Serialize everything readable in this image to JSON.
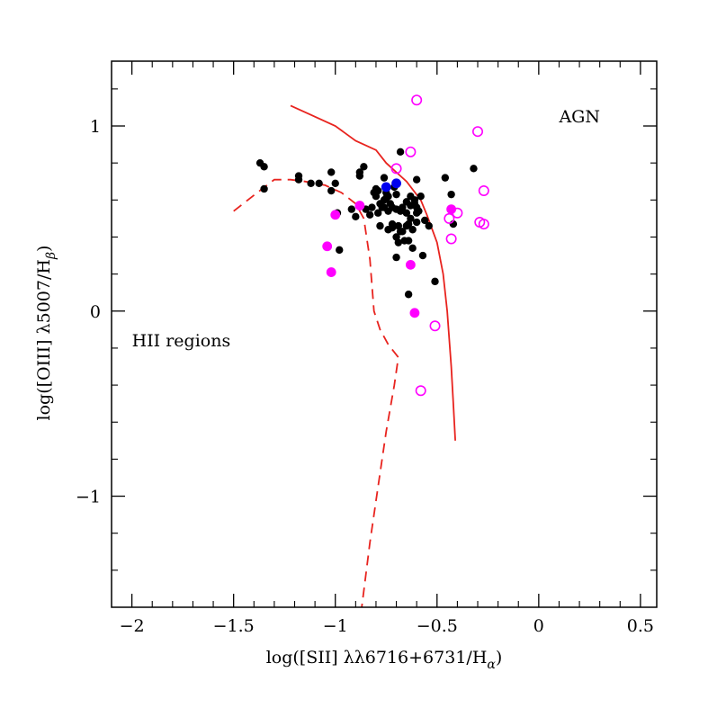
{
  "chart_data": {
    "type": "scatter",
    "xlabel_parts": {
      "prefix": "log([SII] λλ6716+6731/H",
      "sub": "α",
      "suffix": ")"
    },
    "ylabel_parts": {
      "prefix": "log([OIII] λ5007/H",
      "sub": "β",
      "suffix": ")"
    },
    "xlim": [
      -2.1,
      0.58
    ],
    "ylim": [
      -1.6,
      1.35
    ],
    "xticks": [
      -2,
      -1.5,
      -1,
      -0.5,
      0,
      0.5
    ],
    "xtick_labels": [
      "−2",
      "−1.5",
      "−1",
      "−0.5",
      "0",
      "0.5"
    ],
    "xminor": [
      -1.9,
      -1.8,
      -1.7,
      -1.6,
      -1.4,
      -1.3,
      -1.2,
      -1.1,
      -0.9,
      -0.8,
      -0.7,
      -0.6,
      -0.4,
      -0.3,
      -0.2,
      -0.1,
      0.1,
      0.2,
      0.3,
      0.4
    ],
    "yticks": [
      -1,
      0,
      1
    ],
    "ytick_labels": [
      "−1",
      "0",
      "1"
    ],
    "yminor": [
      -1.4,
      -1.2,
      -0.8,
      -0.6,
      -0.4,
      -0.2,
      0.2,
      0.4,
      0.6,
      0.8,
      1.2
    ],
    "grid": false,
    "annotations": [
      {
        "text": "AGN",
        "x": 0.1,
        "y": 1.02
      },
      {
        "text": "HII regions",
        "x": -2.0,
        "y": -0.19
      }
    ],
    "colors": {
      "black": "#000000",
      "magenta": "#ff00ff",
      "blue": "#0000ee",
      "curve": "#e8231e"
    },
    "series": [
      {
        "marker": "filled-circle",
        "color": "#000000",
        "points": [
          [
            -1.37,
            0.8
          ],
          [
            -1.35,
            0.78
          ],
          [
            -1.35,
            0.66
          ],
          [
            -1.18,
            0.73
          ],
          [
            -1.18,
            0.71
          ],
          [
            -1.12,
            0.69
          ],
          [
            -1.08,
            0.69
          ],
          [
            -1.02,
            0.75
          ],
          [
            -1.02,
            0.65
          ],
          [
            -1.0,
            0.69
          ],
          [
            -0.99,
            0.53
          ],
          [
            -0.92,
            0.55
          ],
          [
            -0.88,
            0.75
          ],
          [
            -0.88,
            0.73
          ],
          [
            -0.86,
            0.78
          ],
          [
            -0.85,
            0.55
          ],
          [
            -0.83,
            0.52
          ],
          [
            -0.82,
            0.56
          ],
          [
            -0.81,
            0.64
          ],
          [
            -0.8,
            0.66
          ],
          [
            -0.8,
            0.62
          ],
          [
            -0.79,
            0.53
          ],
          [
            -0.79,
            0.65
          ],
          [
            -0.78,
            0.58
          ],
          [
            -0.78,
            0.46
          ],
          [
            -0.77,
            0.56
          ],
          [
            -0.76,
            0.6
          ],
          [
            -0.76,
            0.56
          ],
          [
            -0.75,
            0.61
          ],
          [
            -0.75,
            0.64
          ],
          [
            -0.74,
            0.62
          ],
          [
            -0.74,
            0.54
          ],
          [
            -0.74,
            0.44
          ],
          [
            -0.73,
            0.58
          ],
          [
            -0.72,
            0.56
          ],
          [
            -0.72,
            0.47
          ],
          [
            -0.71,
            0.67
          ],
          [
            -0.7,
            0.63
          ],
          [
            -0.7,
            0.55
          ],
          [
            -0.7,
            0.4
          ],
          [
            -0.69,
            0.46
          ],
          [
            -0.69,
            0.37
          ],
          [
            -0.68,
            0.86
          ],
          [
            -0.68,
            0.54
          ],
          [
            -0.68,
            0.43
          ],
          [
            -0.67,
            0.56
          ],
          [
            -0.67,
            0.43
          ],
          [
            -0.66,
            0.38
          ],
          [
            -0.65,
            0.59
          ],
          [
            -0.65,
            0.53
          ],
          [
            -0.65,
            0.46
          ],
          [
            -0.64,
            0.47
          ],
          [
            -0.64,
            0.38
          ],
          [
            -0.63,
            0.62
          ],
          [
            -0.63,
            0.57
          ],
          [
            -0.63,
            0.5
          ],
          [
            -0.62,
            0.44
          ],
          [
            -0.62,
            0.34
          ],
          [
            -0.61,
            0.6
          ],
          [
            -0.61,
            0.58
          ],
          [
            -0.6,
            0.56
          ],
          [
            -0.6,
            0.53
          ],
          [
            -0.6,
            0.71
          ],
          [
            -0.6,
            0.48
          ],
          [
            -0.59,
            0.54
          ],
          [
            -0.58,
            0.62
          ],
          [
            -0.57,
            0.3
          ],
          [
            -0.56,
            0.49
          ],
          [
            -0.54,
            0.46
          ],
          [
            -0.51,
            0.16
          ],
          [
            -0.64,
            0.09
          ],
          [
            -0.7,
            0.29
          ],
          [
            -0.72,
            0.45
          ],
          [
            -0.75,
            0.67
          ],
          [
            -0.76,
            0.72
          ],
          [
            -0.46,
            0.72
          ],
          [
            -0.43,
            0.63
          ],
          [
            -0.42,
            0.47
          ],
          [
            -0.32,
            0.77
          ],
          [
            -0.98,
            0.33
          ],
          [
            -0.9,
            0.51
          ]
        ]
      },
      {
        "marker": "filled-circle",
        "color": "#ff00ff",
        "points": [
          [
            -1.0,
            0.52
          ],
          [
            -0.88,
            0.57
          ],
          [
            -1.04,
            0.35
          ],
          [
            -1.02,
            0.21
          ],
          [
            -0.63,
            0.25
          ],
          [
            -0.61,
            -0.01
          ],
          [
            -0.43,
            0.55
          ]
        ]
      },
      {
        "marker": "filled-circle",
        "color": "#0000ee",
        "points": [
          [
            -0.75,
            0.67
          ],
          [
            -0.7,
            0.69
          ]
        ]
      },
      {
        "marker": "open-circle",
        "color": "#ff00ff",
        "points": [
          [
            -0.6,
            1.14
          ],
          [
            -0.63,
            0.86
          ],
          [
            -0.7,
            0.77
          ],
          [
            -0.3,
            0.97
          ],
          [
            -0.44,
            0.5
          ],
          [
            -0.4,
            0.53
          ],
          [
            -0.29,
            0.48
          ],
          [
            -0.27,
            0.47
          ],
          [
            -0.27,
            0.65
          ],
          [
            -0.43,
            0.39
          ],
          [
            -0.51,
            -0.08
          ],
          [
            -0.58,
            -0.43
          ]
        ]
      }
    ],
    "curves": [
      {
        "style": "solid",
        "color": "#e8231e",
        "points": [
          [
            -1.22,
            1.11
          ],
          [
            -1.0,
            1.0
          ],
          [
            -0.9,
            0.92
          ],
          [
            -0.8,
            0.87
          ],
          [
            -0.75,
            0.8
          ],
          [
            -0.7,
            0.75
          ],
          [
            -0.65,
            0.7
          ],
          [
            -0.58,
            0.6
          ],
          [
            -0.55,
            0.52
          ],
          [
            -0.5,
            0.37
          ],
          [
            -0.47,
            0.2
          ],
          [
            -0.45,
            0.0
          ],
          [
            -0.43,
            -0.3
          ],
          [
            -0.42,
            -0.5
          ],
          [
            -0.41,
            -0.7
          ]
        ]
      },
      {
        "style": "dashed",
        "color": "#e8231e",
        "points": [
          [
            -1.5,
            0.54
          ],
          [
            -1.43,
            0.6
          ],
          [
            -1.36,
            0.66
          ],
          [
            -1.3,
            0.71
          ],
          [
            -1.22,
            0.71
          ],
          [
            -1.15,
            0.7
          ],
          [
            -1.05,
            0.68
          ],
          [
            -0.97,
            0.64
          ],
          [
            -0.9,
            0.58
          ],
          [
            -0.86,
            0.5
          ],
          [
            -0.83,
            0.28
          ],
          [
            -0.81,
            0.0
          ],
          [
            -0.78,
            -0.1
          ],
          [
            -0.74,
            -0.18
          ],
          [
            -0.69,
            -0.25
          ],
          [
            -0.71,
            -0.4
          ],
          [
            -0.75,
            -0.65
          ],
          [
            -0.79,
            -0.95
          ],
          [
            -0.83,
            -1.25
          ],
          [
            -0.87,
            -1.6
          ]
        ]
      }
    ]
  }
}
